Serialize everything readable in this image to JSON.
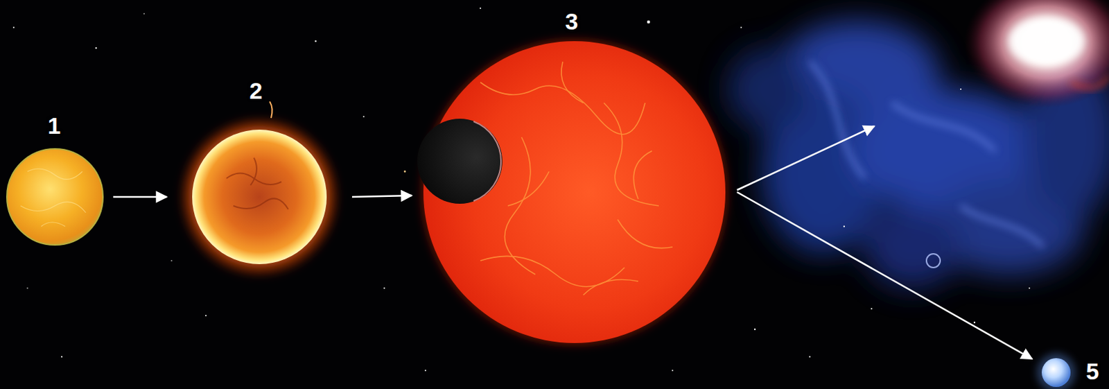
{
  "diagram": {
    "nodes": [
      {
        "text": [
          "1"
        ]
      },
      {
        "text": [
          "2"
        ]
      },
      {
        "text": [
          "3"
        ]
      },
      {
        "text": [
          "5"
        ]
      }
    ],
    "edges": [
      {
        "from": 0,
        "to": 1,
        "arrow": "to"
      },
      {
        "from": 1,
        "to": 2,
        "arrow": "to"
      },
      {
        "from": 2,
        "to": 3,
        "arrow": "to"
      }
    ]
  }
}
